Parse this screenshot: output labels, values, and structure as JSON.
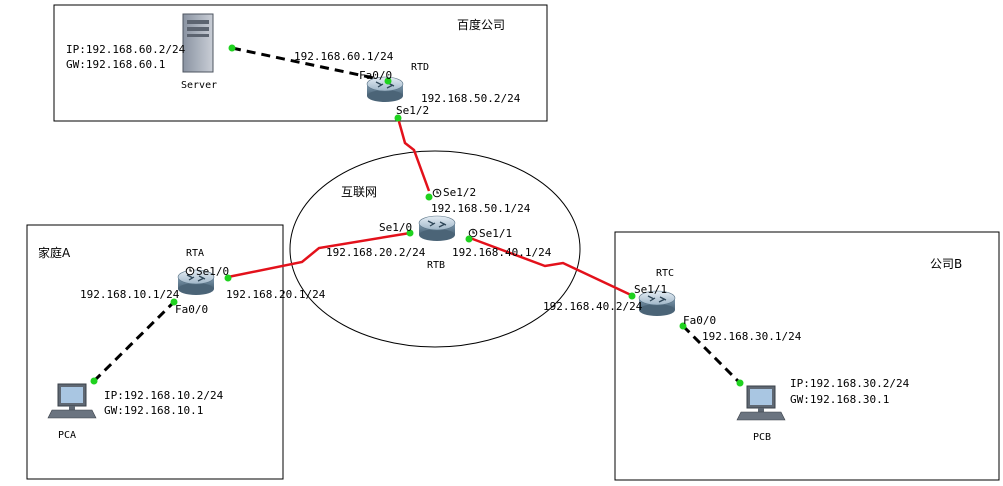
{
  "regions": {
    "baidu": "百度公司",
    "internet": "互联网",
    "home": "家庭A",
    "company_b": "公司B"
  },
  "devices": {
    "server": "Server",
    "rtd": "RTD",
    "rtb": "RTB",
    "rta": "RTA",
    "rtc": "RTC",
    "pca": "PCA",
    "pcb": "PCB"
  },
  "hosts": {
    "server_ip": "IP:192.168.60.2/24",
    "server_gw": "GW:192.168.60.1",
    "pca_ip": "IP:192.168.10.2/24",
    "pca_gw": "GW:192.168.10.1",
    "pcb_ip": "IP:192.168.30.2/24",
    "pcb_gw": "GW:192.168.30.1"
  },
  "interfaces": {
    "rtd_fa": "Fa0/0",
    "rtd_se": "Se1/2",
    "rtb_se12": "Se1/2",
    "rtb_se10": "Se1/0",
    "rtb_se11": "Se1/1",
    "rta_se": "Se1/0",
    "rta_fa": "Fa0/0",
    "rtc_se": "Se1/1",
    "rtc_fa": "Fa0/0"
  },
  "addresses": {
    "a_60_1": "192.168.60.1/24",
    "a_50_2": "192.168.50.2/24",
    "a_50_1": "192.168.50.1/24",
    "a_20_2": "192.168.20.2/24",
    "a_40_1": "192.168.40.1/24",
    "a_10_1": "192.168.10.1/24",
    "a_20_1": "192.168.20.1/24",
    "a_40_2": "192.168.40.2/24",
    "a_30_1": "192.168.30.1/24"
  },
  "colors": {
    "serial_link": "#e3111b",
    "ethernet_link": "#000000",
    "port_up": "#1fd21f",
    "router_body": "#7f9bb0"
  }
}
